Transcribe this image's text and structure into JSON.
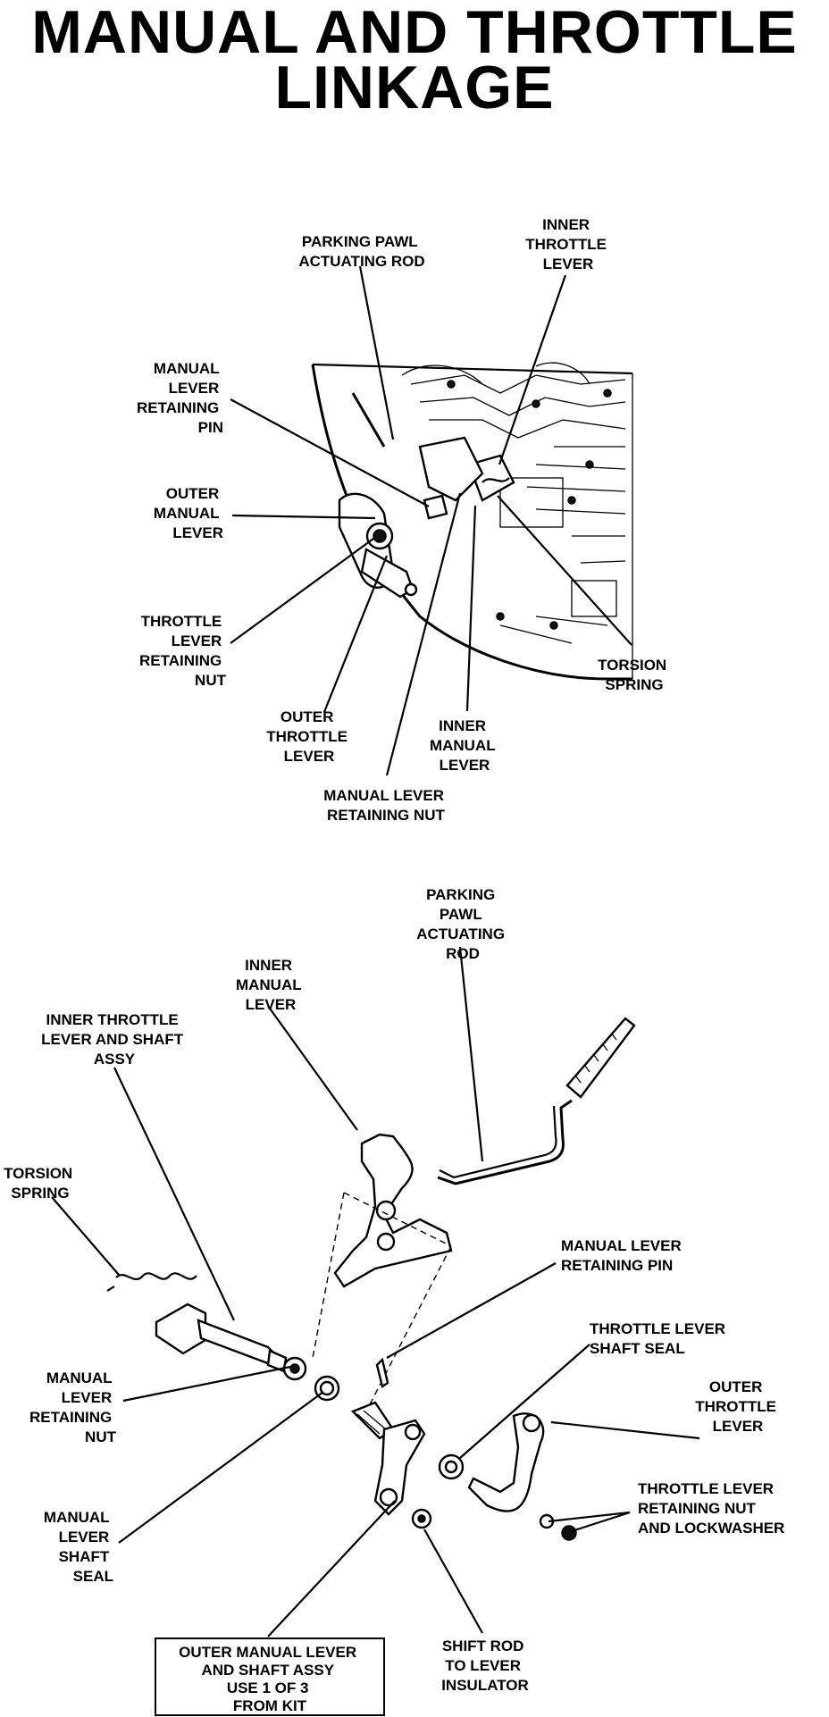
{
  "title": {
    "line1": "MANUAL AND THROTTLE",
    "line2": "LINKAGE"
  },
  "top_diagram": {
    "parking_pawl_actuating_rod": [
      "PARKING PAWL",
      "ACTUATING ROD"
    ],
    "inner_throttle_lever": [
      "INNER",
      "THROTTLE",
      "LEVER"
    ],
    "manual_lever_retaining_pin": [
      "MANUAL",
      "LEVER",
      "RETAINING",
      "PIN"
    ],
    "outer_manual_lever": [
      "OUTER",
      "MANUAL",
      "LEVER"
    ],
    "throttle_lever_retaining_nut": [
      "THROTTLE",
      "LEVER",
      "RETAINING",
      "NUT"
    ],
    "outer_throttle_lever": [
      "OUTER",
      "THROTTLE",
      "LEVER"
    ],
    "inner_manual_lever": [
      "INNER",
      "MANUAL",
      "LEVER"
    ],
    "torsion_spring": [
      "TORSION",
      "SPRING"
    ],
    "manual_lever_retaining_nut": [
      "MANUAL LEVER",
      "RETAINING NUT"
    ]
  },
  "bottom_diagram": {
    "parking_pawl_actuating_rod": [
      "PARKING",
      "PAWL",
      "ACTUATING",
      "ROD"
    ],
    "inner_manual_lever": [
      "INNER",
      "MANUAL",
      "LEVER"
    ],
    "inner_throttle_lever_shaft": [
      "INNER THROTTLE",
      "LEVER AND SHAFT",
      "ASSY"
    ],
    "torsion_spring": [
      "TORSION",
      "SPRING"
    ],
    "manual_lever_retaining_pin": [
      "MANUAL LEVER",
      "RETAINING PIN"
    ],
    "throttle_lever_shaft_seal": [
      "THROTTLE LEVER",
      "SHAFT SEAL"
    ],
    "outer_throttle_lever": [
      "OUTER",
      "THROTTLE",
      "LEVER"
    ],
    "manual_lever_retaining_nut": [
      "MANUAL",
      "LEVER",
      "RETAINING",
      "NUT"
    ],
    "throttle_lever_retaining_nut": [
      "THROTTLE LEVER",
      "RETAINING NUT",
      "AND LOCKWASHER"
    ],
    "manual_lever_shaft_seal": [
      "MANUAL",
      "LEVER",
      "SHAFT",
      "SEAL"
    ],
    "outer_manual_lever_kit": [
      "OUTER MANUAL LEVER",
      "AND SHAFT ASSY",
      "USE 1 OF 3",
      "FROM KIT"
    ],
    "shift_rod_insulator": [
      "SHIFT ROD",
      "TO LEVER",
      "INSULATOR"
    ]
  }
}
